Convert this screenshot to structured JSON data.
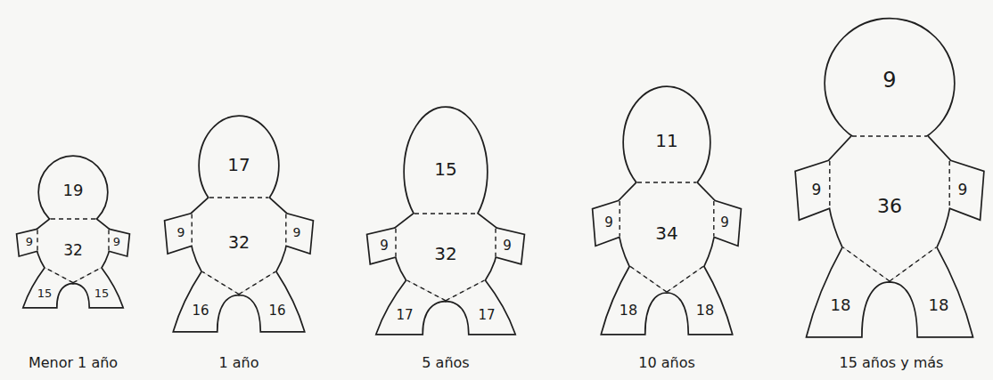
{
  "diagram": {
    "nodes": [
      {
        "text": [
          "19"
        ]
      },
      {
        "text": [
          "9"
        ]
      },
      {
        "text": [
          "32"
        ]
      },
      {
        "text": [
          "9"
        ]
      },
      {
        "text": [
          "15"
        ]
      },
      {
        "text": [
          "15"
        ]
      },
      {
        "text": [
          "17"
        ]
      },
      {
        "text": [
          "9"
        ]
      },
      {
        "text": [
          "32"
        ]
      },
      {
        "text": [
          "9"
        ]
      },
      {
        "text": [
          "16"
        ]
      },
      {
        "text": [
          "16"
        ]
      },
      {
        "text": [
          "15"
        ]
      },
      {
        "text": [
          "9"
        ]
      },
      {
        "text": [
          "32"
        ]
      },
      {
        "text": [
          "9"
        ]
      },
      {
        "text": [
          "17"
        ]
      },
      {
        "text": [
          "17"
        ]
      },
      {
        "text": [
          "11"
        ]
      },
      {
        "text": [
          "9"
        ]
      },
      {
        "text": [
          "34"
        ]
      },
      {
        "text": [
          "9"
        ]
      },
      {
        "text": [
          "18"
        ]
      },
      {
        "text": [
          "18"
        ]
      },
      {
        "text": [
          "9"
        ]
      },
      {
        "text": [
          "9"
        ]
      },
      {
        "text": [
          "36"
        ]
      },
      {
        "text": [
          "9"
        ]
      },
      {
        "text": [
          "18"
        ]
      },
      {
        "text": [
          "18"
        ]
      }
    ],
    "labels": [
      "Menor 1 año",
      "1 año",
      "5 años",
      "10 años",
      "15 años y más"
    ]
  }
}
